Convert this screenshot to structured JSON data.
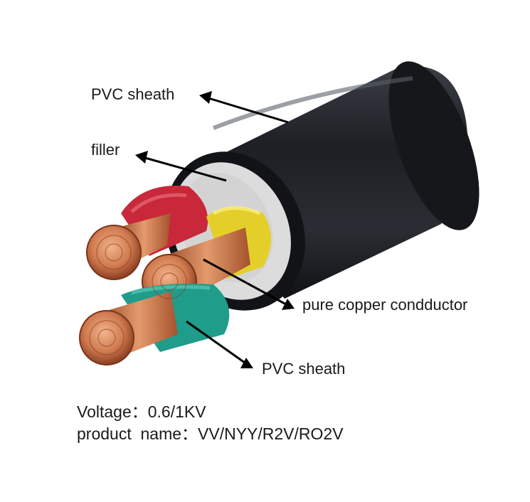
{
  "labels": {
    "sheath_outer": "PVC sheath",
    "filler": "filler",
    "conductor": "pure copper condductor",
    "sheath_inner": "PVC sheath"
  },
  "specs": {
    "voltage": "Voltage：0.6/1KV",
    "product_name": "product  name：VV/NYY/R2V/RO2V"
  },
  "colors": {
    "outer_jacket": "#1c1f24",
    "filler": "#dcdcdc",
    "core_red": "#c8283a",
    "core_yellow": "#e4cf2a",
    "core_green": "#1f9c8a",
    "copper": "#c9734a",
    "arrow": "#000000"
  }
}
